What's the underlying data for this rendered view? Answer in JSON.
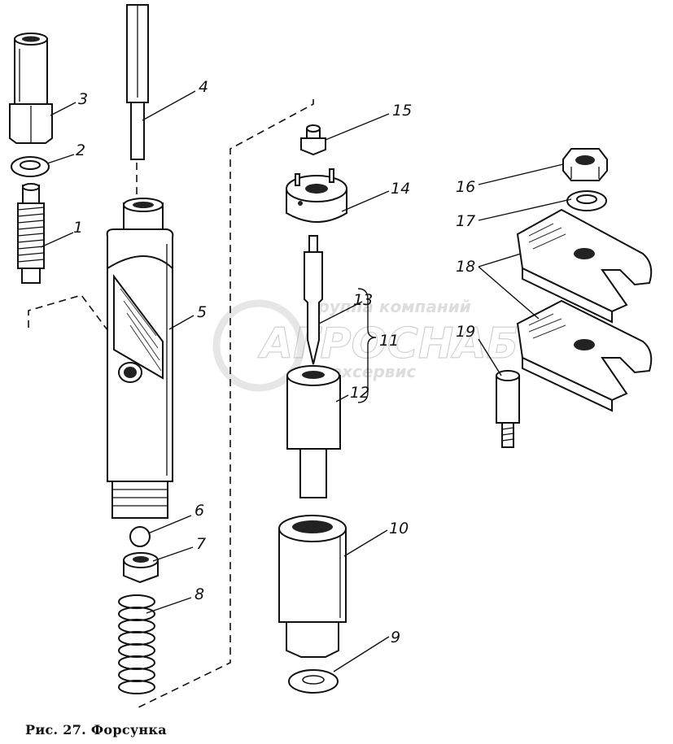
{
  "figure": {
    "caption": "Рис. 27. Форсунка",
    "callouts": [
      {
        "id": "callout-1",
        "text": "1"
      },
      {
        "id": "callout-2",
        "text": "2"
      },
      {
        "id": "callout-3",
        "text": "3"
      },
      {
        "id": "callout-4",
        "text": "4"
      },
      {
        "id": "callout-5",
        "text": "5"
      },
      {
        "id": "callout-6",
        "text": "6"
      },
      {
        "id": "callout-7",
        "text": "7"
      },
      {
        "id": "callout-8",
        "text": "8"
      },
      {
        "id": "callout-9",
        "text": "9"
      },
      {
        "id": "callout-10",
        "text": "10"
      },
      {
        "id": "callout-11",
        "text": "11"
      },
      {
        "id": "callout-12",
        "text": "12"
      },
      {
        "id": "callout-13",
        "text": "13"
      },
      {
        "id": "callout-14",
        "text": "14"
      },
      {
        "id": "callout-15",
        "text": "15"
      },
      {
        "id": "callout-16",
        "text": "16"
      },
      {
        "id": "callout-17",
        "text": "17"
      },
      {
        "id": "callout-18",
        "text": "18"
      },
      {
        "id": "callout-19",
        "text": "19"
      }
    ]
  },
  "watermark": {
    "line1": "группа компаний",
    "line2": "АГРОСНАБ",
    "line3": "техсервис"
  }
}
